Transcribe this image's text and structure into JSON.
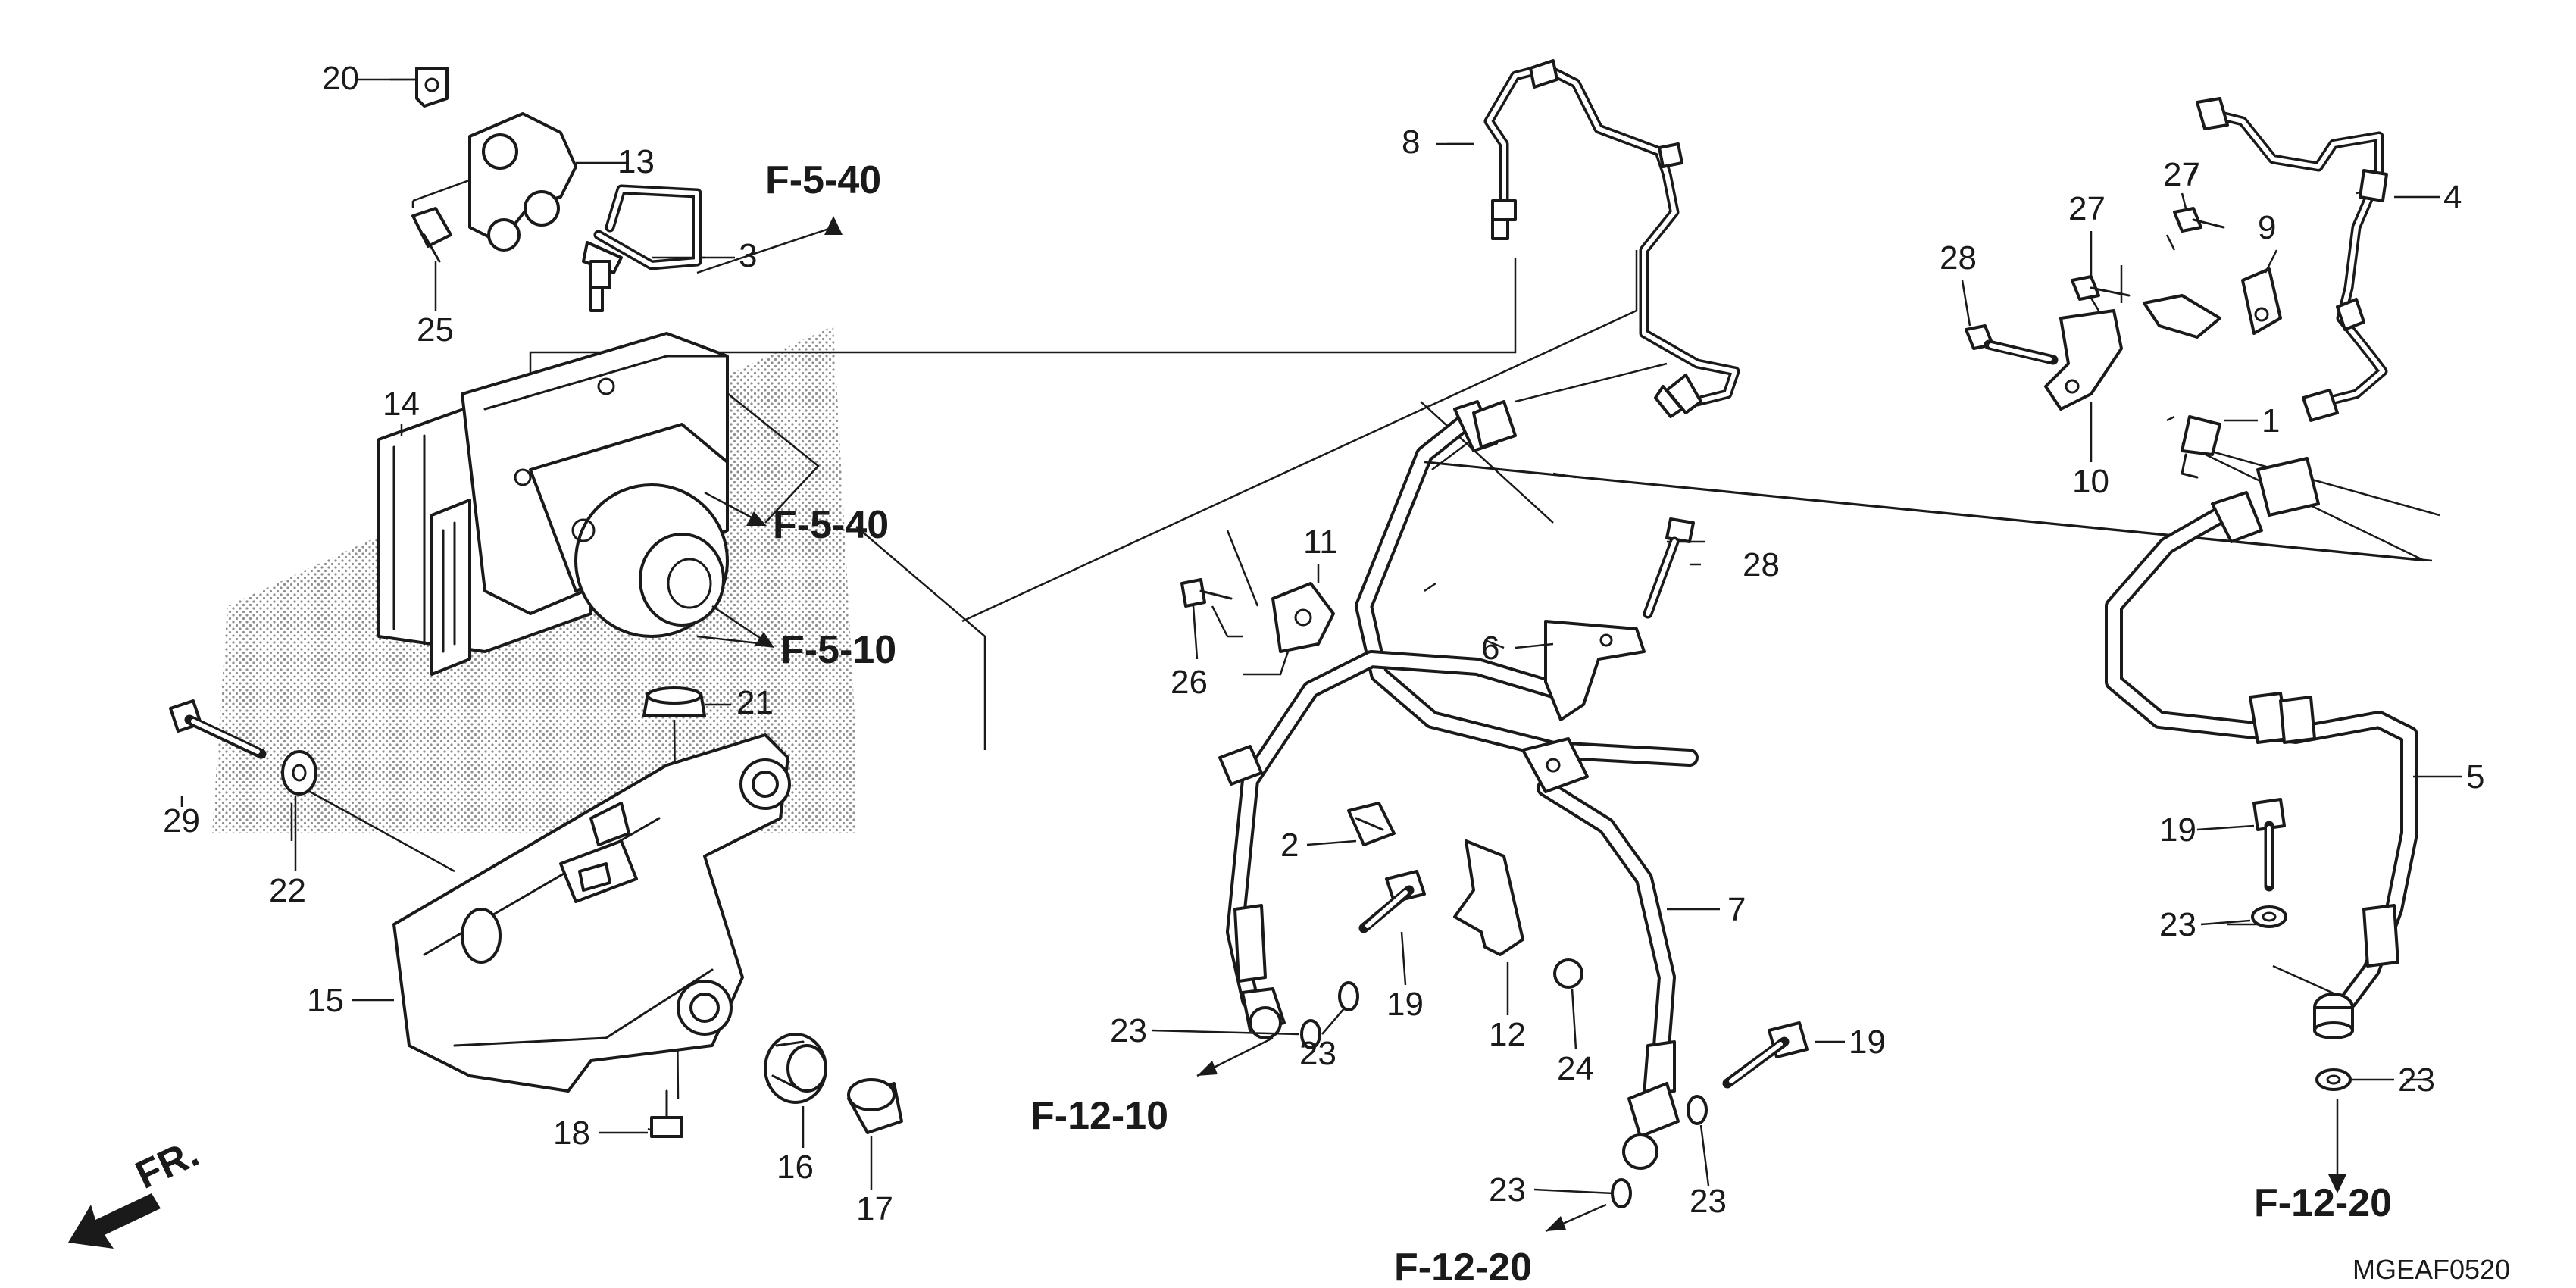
{
  "diagram": {
    "code": "MGEAF0520",
    "front_marker": "FR.",
    "references": {
      "upper_top": "F-5-40",
      "upper_mid": "F-5-40",
      "lower_mid": "F-5-10",
      "front_left": "F-12-10",
      "front_right": "F-12-20",
      "rear": "F-12-20"
    },
    "callouts": {
      "c1": "1",
      "c2": "2",
      "c3": "3",
      "c4": "4",
      "c5": "5",
      "c6": "6",
      "c7": "7",
      "c8": "8",
      "c9": "9",
      "c10": "10",
      "c11": "11",
      "c12": "12",
      "c13": "13",
      "c14": "14",
      "c15": "15",
      "c16": "16",
      "c17": "17",
      "c18": "18",
      "c19a": "19",
      "c19b": "19",
      "c19c": "19",
      "c20": "20",
      "c21": "21",
      "c22": "22",
      "c23a": "23",
      "c23b": "23",
      "c23c": "23",
      "c23d": "23",
      "c23e": "23",
      "c23f": "23",
      "c24": "24",
      "c25": "25",
      "c26": "26",
      "c27a": "27",
      "c27b": "27",
      "c28a": "28",
      "c28b": "28",
      "c29": "29"
    }
  }
}
